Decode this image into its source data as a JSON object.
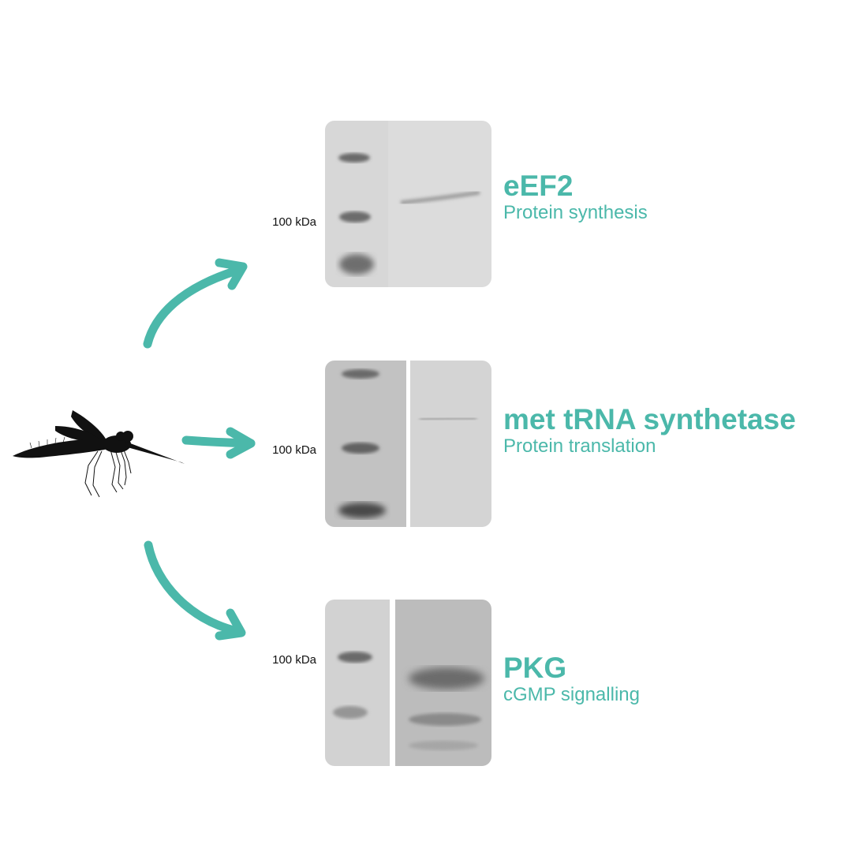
{
  "accent_color": "#4bb8aa",
  "organism_icon": "mosquito-silhouette-icon",
  "targets": [
    {
      "name": "eEF2",
      "function": "Protein synthesis",
      "marker_label": "100 kDa"
    },
    {
      "name": "met tRNA synthetase",
      "function": "Protein translation",
      "marker_label": "100 kDa"
    },
    {
      "name": "PKG",
      "function": "cGMP signalling",
      "marker_label": "100 kDa"
    }
  ]
}
